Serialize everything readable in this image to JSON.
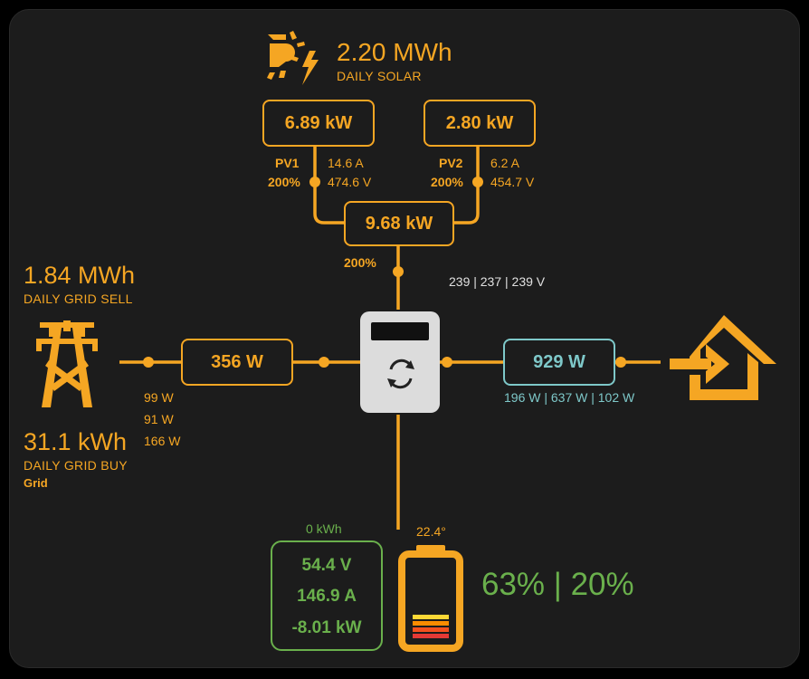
{
  "solar": {
    "daily_value": "2.20 MWh",
    "daily_label": "DAILY SOLAR",
    "pv1": {
      "power": "6.89 kW",
      "name": "PV1",
      "percent": "200%",
      "current": "14.6 A",
      "voltage": "474.6 V"
    },
    "pv2": {
      "power": "2.80 kW",
      "name": "PV2",
      "percent": "200%",
      "current": "6.2 A",
      "voltage": "454.7 V"
    },
    "total_power": "9.68 kW",
    "total_percent": "200%"
  },
  "inverter": {
    "voltages": "239 | 237 | 239 V"
  },
  "grid": {
    "sell_value": "1.84 MWh",
    "sell_label": "DAILY GRID SELL",
    "buy_value": "31.1 kWh",
    "buy_label": "DAILY GRID BUY",
    "name": "Grid",
    "power": "356 W",
    "phase1": "99 W",
    "phase2": "91 W",
    "phase3": "166 W"
  },
  "load": {
    "power": "929 W",
    "phases": "196 W | 637 W | 102 W"
  },
  "battery": {
    "energy": "0 kWh",
    "voltage": "54.4 V",
    "current": "146.9 A",
    "power": "-8.01 kW",
    "temperature": "22.4°",
    "soc": "63% | 20%",
    "soc_level": 0.63
  },
  "colors": {
    "accent": "#f5a623",
    "battery": "#6ab04c",
    "load": "#7ec8c9",
    "background": "#1c1c1c"
  },
  "icons": {
    "solar": "sun-lightning-icon",
    "grid": "power-tower-icon",
    "inverter": "inverter-icon",
    "home": "home-import-icon",
    "battery": "battery-icon"
  }
}
